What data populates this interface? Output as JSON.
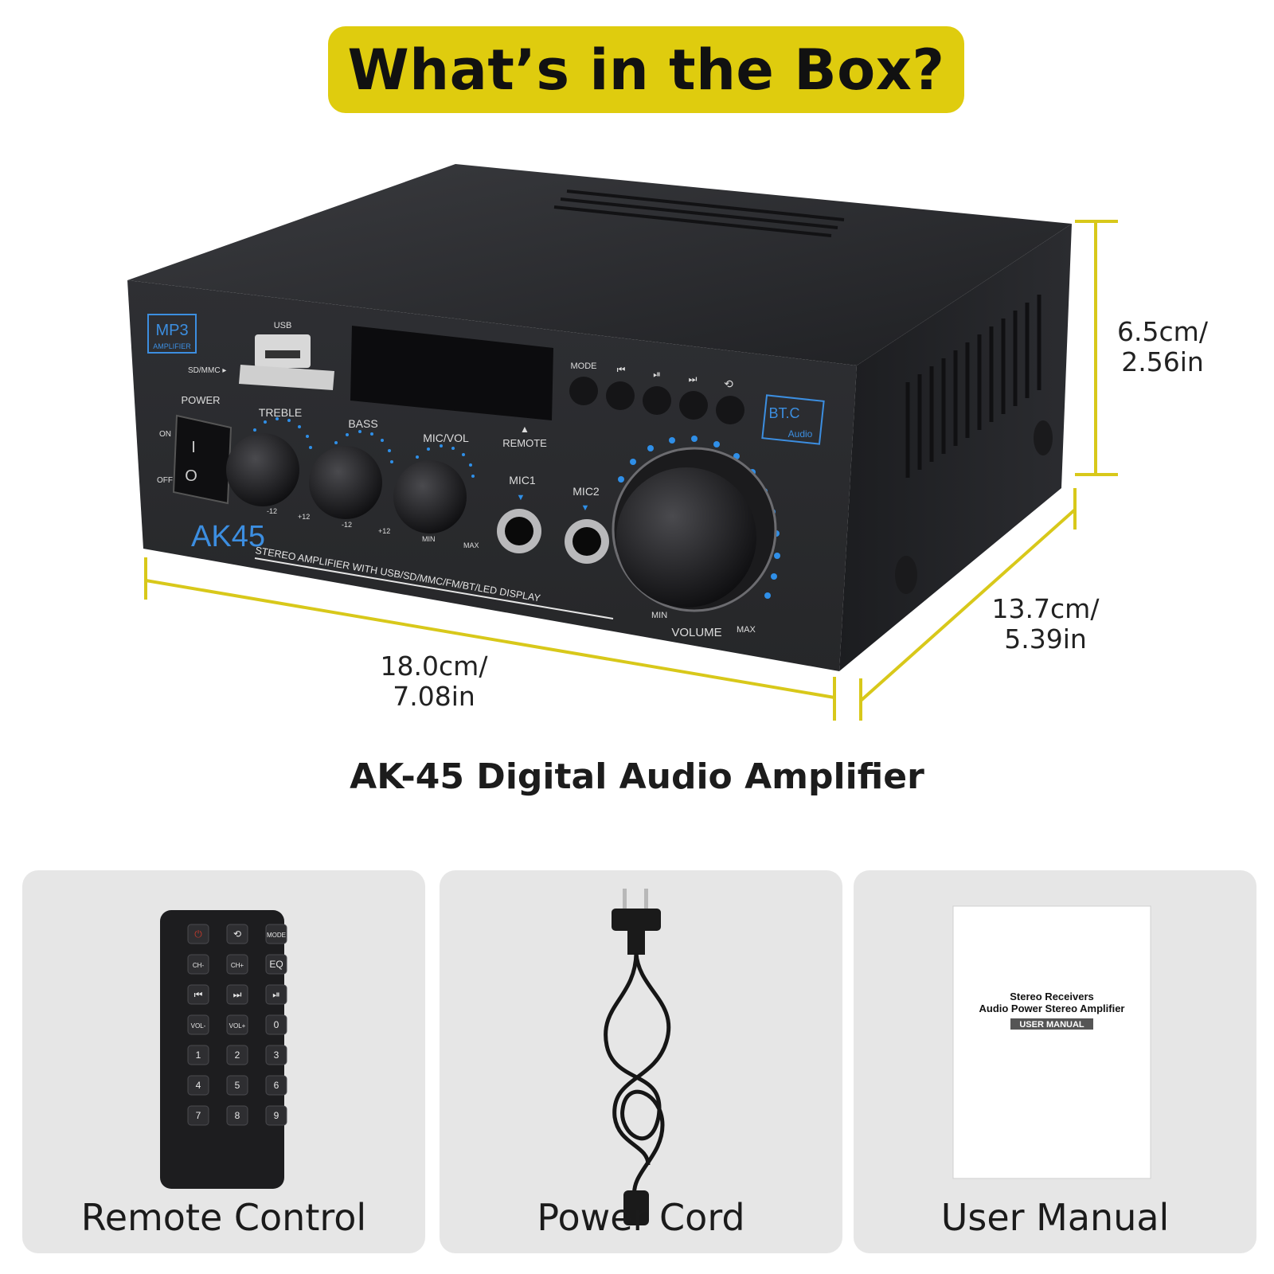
{
  "header": {
    "title": "What’s in the Box?"
  },
  "colors": {
    "accent": "#dfcc0e",
    "card": "#e6e6e6",
    "device": "#2a2b2e",
    "led_blue": "#2f8fe8"
  },
  "dimensions": {
    "height": {
      "line1": "6.5cm/",
      "line2": "2.56in"
    },
    "depth": {
      "line1": "13.7cm/",
      "line2": "5.39in"
    },
    "width": {
      "line1": "18.0cm/",
      "line2": "7.08in"
    }
  },
  "amplifier": {
    "caption": "AK-45 Digital Audio Amplifier",
    "model": "AK45",
    "tagline": "STEREO AMPLIFIER WITH USB/SD/MMC/FM/BT/LED DISPLAY",
    "mp3_badge": "MP3",
    "mp3_badge_sub": "AMPLIFIER",
    "usb": "USB",
    "sd": "SD/MMC ▸",
    "power": "POWER",
    "on": "ON",
    "off": "OFF",
    "treble": "TREBLE",
    "bass": "BASS",
    "micvol": "MIC/VOL",
    "remote": "REMOTE",
    "mode": "MODE",
    "mic1": "MIC1",
    "mic2": "MIC2",
    "bt_badge": "BT.C",
    "bt_badge_sub": "Audio",
    "volume": "VOLUME",
    "min": "MIN",
    "max": "MAX",
    "minus12": "-12",
    "plus12": "+12"
  },
  "items": [
    {
      "label": "Remote Control"
    },
    {
      "label": "Power Cord"
    },
    {
      "label": "User Manual"
    }
  ],
  "remote": {
    "keys": [
      [
        "⏻",
        "⟲",
        "MODE"
      ],
      [
        "CH-",
        "CH+",
        "EQ"
      ],
      [
        "⏮",
        "⏭",
        "⏯"
      ],
      [
        "VOL-",
        "VOL+",
        "0"
      ],
      [
        "1",
        "2",
        "3"
      ],
      [
        "4",
        "5",
        "6"
      ],
      [
        "7",
        "8",
        "9"
      ]
    ]
  },
  "manual": {
    "line1": "Stereo Receivers",
    "line2": "Audio Power Stereo Amplifier",
    "line3": "USER MANUAL"
  }
}
